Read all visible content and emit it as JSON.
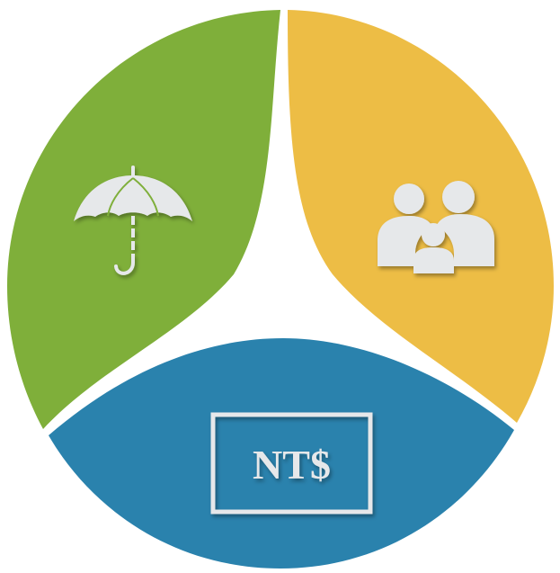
{
  "segments": [
    {
      "id": "green",
      "color": "#7FAF3A",
      "icon": "umbrella-icon",
      "icon_color": "#e6e8ea",
      "label": ""
    },
    {
      "id": "yellow",
      "color": "#EDBD45",
      "icon": "family-icon",
      "icon_color": "#e6e8ea",
      "label": ""
    },
    {
      "id": "blue",
      "color": "#2A82AD",
      "icon": "currency-frame-icon",
      "icon_color": "#e6e8ea",
      "label": "NT$"
    }
  ],
  "background": "#ffffff"
}
